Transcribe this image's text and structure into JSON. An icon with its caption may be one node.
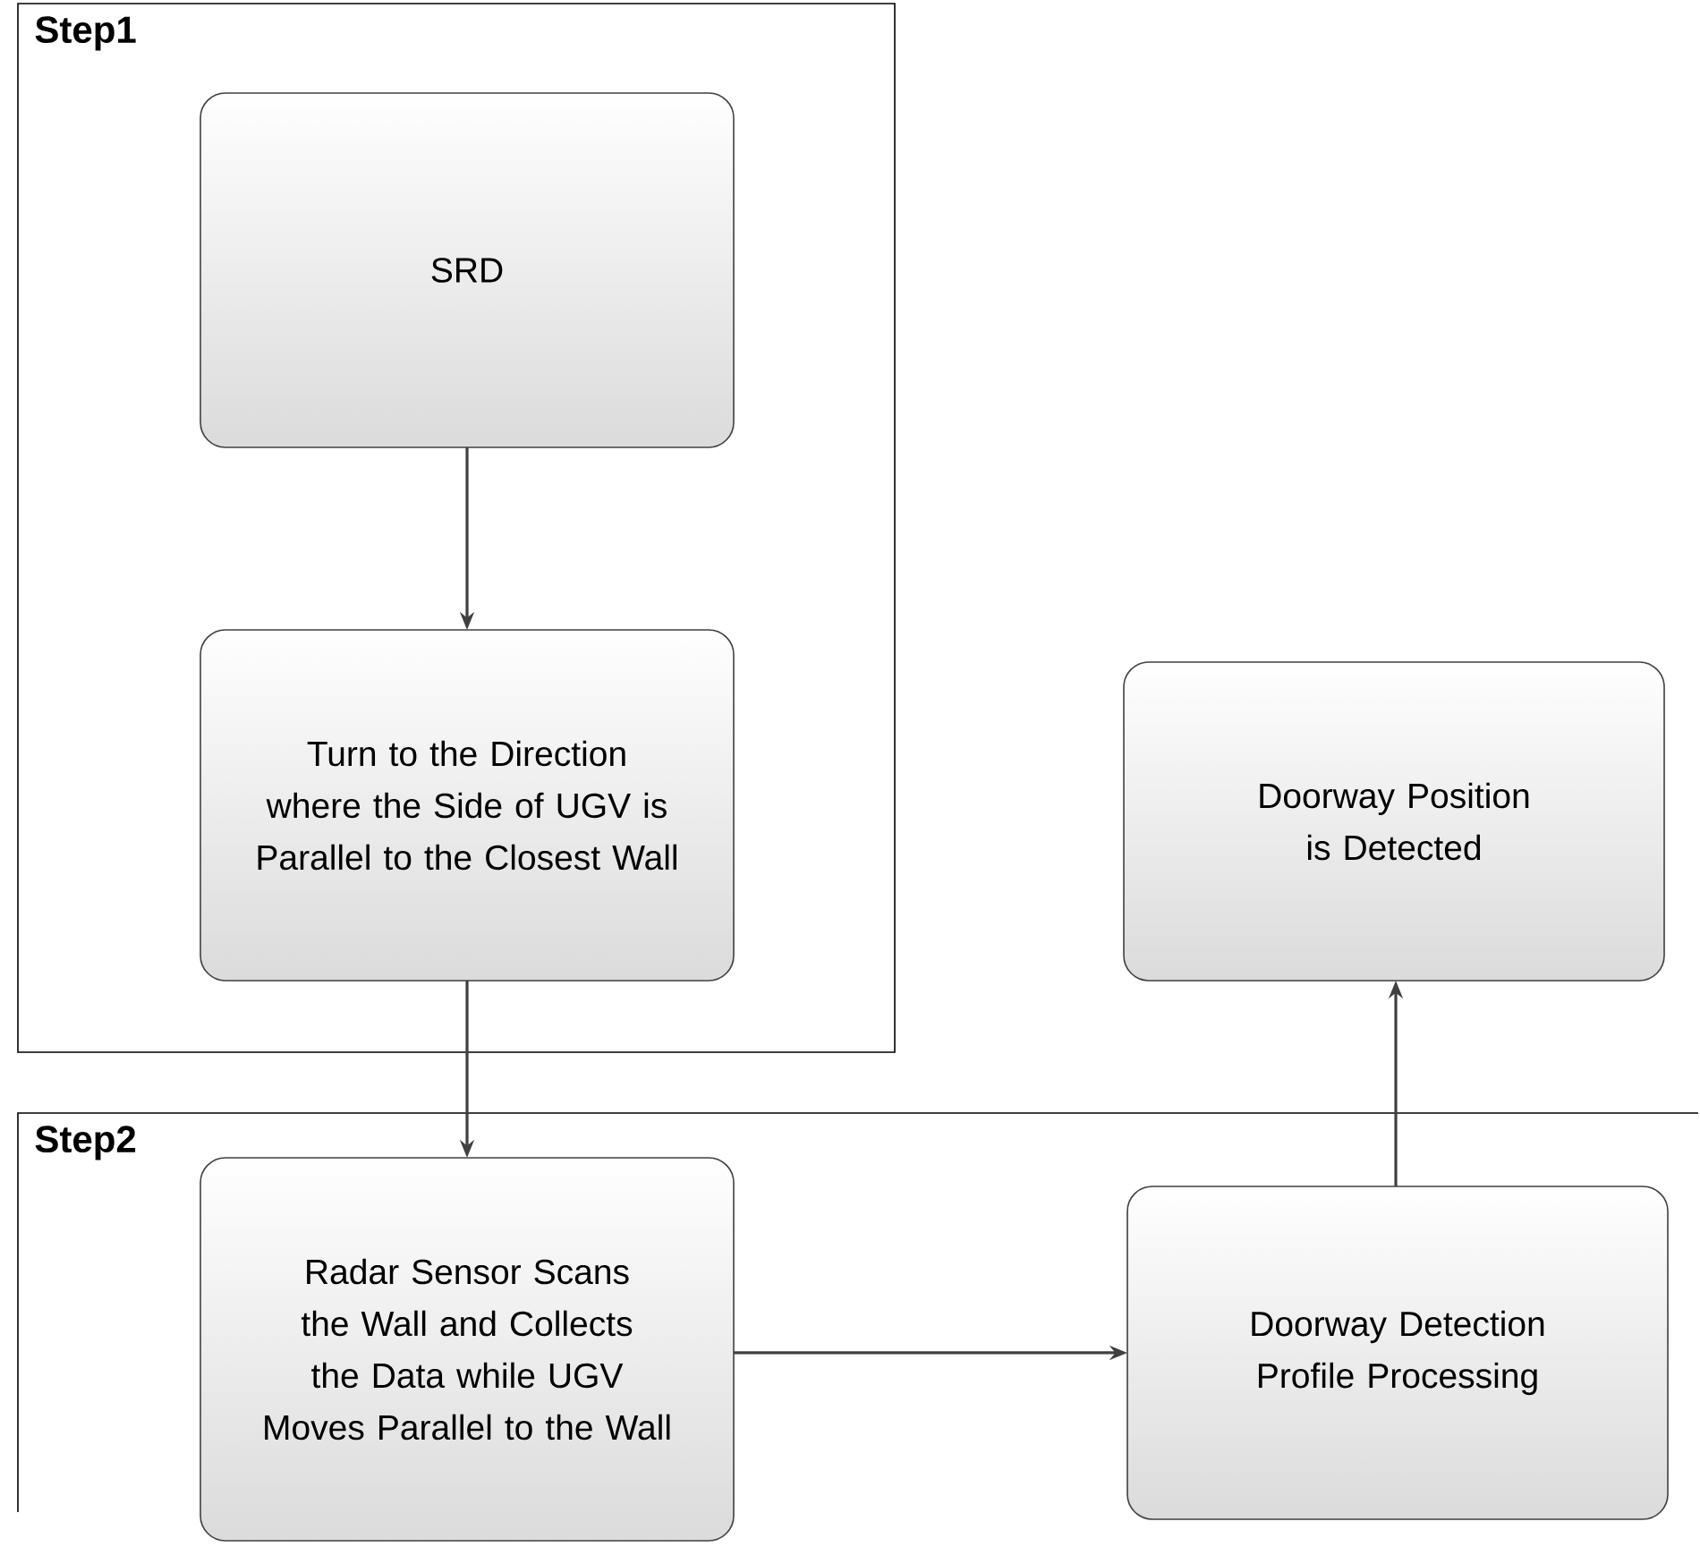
{
  "diagram": {
    "nodes": [
      {
        "text": [
          "Step1"
        ]
      },
      {
        "text": [
          "SRD"
        ],
        "in": 0
      },
      {
        "text": [
          "Turn to the Direction where the Side of UGV is Parallel to the Closest Wall"
        ],
        "in": 0
      },
      {
        "text": [
          "Step2"
        ]
      },
      {
        "text": [
          "Radar Sensor Scans the Wall and Collects the Data while UGV Moves Parallel to the Wall"
        ],
        "in": 3
      },
      {
        "text": [
          "Doorway Detection Profile Processing"
        ],
        "in": 3
      },
      {
        "text": [
          "Doorway Position is Detected"
        ]
      }
    ],
    "edges": [
      {
        "from": 1,
        "to": 2,
        "arrow": "to"
      },
      {
        "from": 2,
        "to": 4,
        "arrow": "to"
      },
      {
        "from": 4,
        "to": 5,
        "arrow": "to"
      },
      {
        "from": 5,
        "to": 6,
        "arrow": "to"
      }
    ]
  }
}
